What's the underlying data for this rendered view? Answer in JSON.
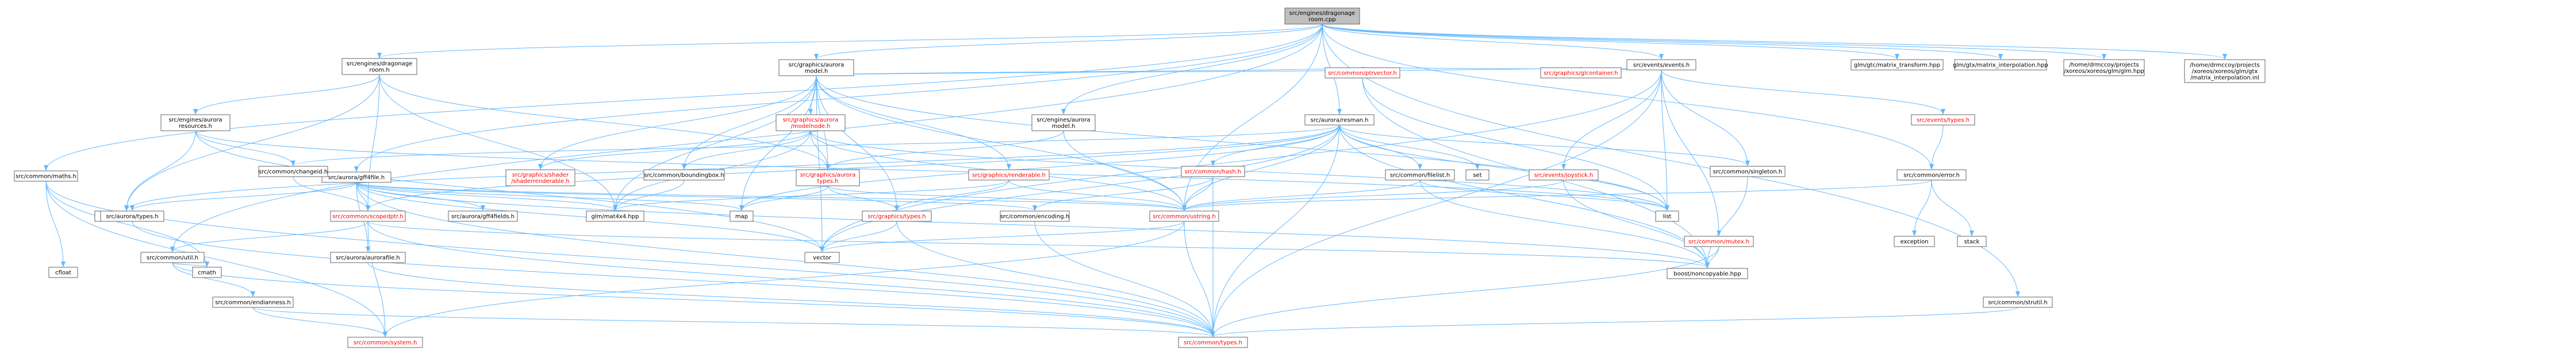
{
  "style": {
    "edge_color": "#63b8ff",
    "node_border": "#666666",
    "root_fill": "#bfbfbf",
    "red_text": "#ff0000",
    "text": "#000000",
    "plain_node_fill": "#ffffff"
  },
  "nodes": [
    {
      "id": "root",
      "lines": [
        "src/engines/dragonage",
        "room.cpp"
      ],
      "kind": "root"
    },
    {
      "id": "matfns",
      "lines": [
        "src/common/maths.h"
      ],
      "kind": "normal"
    },
    {
      "id": "room_h",
      "lines": [
        "src/engines/dragonage",
        "room.h"
      ],
      "kind": "normal"
    },
    {
      "id": "aurora_types",
      "lines": [
        "src/aurora/types.h"
      ],
      "kind": "normal"
    },
    {
      "id": "aurora_gff4file",
      "lines": [
        "src/aurora/gff4file.h"
      ],
      "kind": "normal"
    },
    {
      "id": "graphics_model",
      "lines": [
        "src/graphics/aurora",
        "model.h"
      ],
      "kind": "normal"
    },
    {
      "id": "aurora_resman",
      "lines": [
        "src/aurora/resman.h"
      ],
      "kind": "normal"
    },
    {
      "id": "events_events",
      "lines": [
        "src/events/events.h"
      ],
      "kind": "normal"
    },
    {
      "id": "glm_transform",
      "lines": [
        "glm/gtc/matrix_transform.hpp"
      ],
      "kind": "normal"
    },
    {
      "id": "glm_interp",
      "lines": [
        "glm/gtx/matrix_interpolation.hpp"
      ],
      "kind": "normal"
    },
    {
      "id": "home_glm",
      "lines": [
        "/home/drmccoy/projects",
        "/xoreos/xoreos/glm/glm.hpp"
      ],
      "kind": "normal"
    },
    {
      "id": "home_interp",
      "lines": [
        "/home/drmccoy/projects",
        "/xoreos/xoreos/glm/gtx",
        "/matrix_interpolation.inl"
      ],
      "kind": "normal"
    },
    {
      "id": "engines_resources",
      "lines": [
        "src/engines/aurora",
        "resources.h"
      ],
      "kind": "normal"
    },
    {
      "id": "engines_model",
      "lines": [
        "src/engines/aurora",
        "model.h"
      ],
      "kind": "normal"
    },
    {
      "id": "graphics_modelnode",
      "lines": [
        "src/graphics/aurora",
        "/modelnode.h"
      ],
      "kind": "red"
    },
    {
      "id": "common_ptrvector",
      "lines": [
        "src/common/ptrvector.h"
      ],
      "kind": "red"
    },
    {
      "id": "graphics_glcontainer",
      "lines": [
        "src/graphics/glcontainer.h"
      ],
      "kind": "red"
    },
    {
      "id": "events_types",
      "lines": [
        "src/events/types.h"
      ],
      "kind": "red"
    },
    {
      "id": "common_changeid",
      "lines": [
        "src/common/changeid.h"
      ],
      "kind": "normal"
    },
    {
      "id": "graphics_shader_renderable",
      "lines": [
        "src/graphics/shader",
        "/shaderrenderable.h"
      ],
      "kind": "red"
    },
    {
      "id": "common_boundingbox",
      "lines": [
        "src/common/boundingbox.h"
      ],
      "kind": "normal"
    },
    {
      "id": "graphics_aurora_types",
      "lines": [
        "src/graphics/aurora",
        "types.h"
      ],
      "kind": "red"
    },
    {
      "id": "graphics_renderable",
      "lines": [
        "src/graphics/renderable.h"
      ],
      "kind": "red"
    },
    {
      "id": "common_hash",
      "lines": [
        "src/common/hash.h"
      ],
      "kind": "red"
    },
    {
      "id": "set",
      "lines": [
        "set"
      ],
      "kind": "plain"
    },
    {
      "id": "common_filelist",
      "lines": [
        "src/common/filelist.h"
      ],
      "kind": "normal"
    },
    {
      "id": "events_joystick",
      "lines": [
        "src/events/joystick.h"
      ],
      "kind": "red"
    },
    {
      "id": "common_singleton",
      "lines": [
        "src/common/singleton.h"
      ],
      "kind": "normal"
    },
    {
      "id": "common_error",
      "lines": [
        "src/common/error.h"
      ],
      "kind": "normal"
    },
    {
      "id": "aurora_types2",
      "lines": [
        "src/aurora/types.h"
      ],
      "kind": "normal"
    },
    {
      "id": "common_scopedptr",
      "lines": [
        "src/common/scopedptr.h"
      ],
      "kind": "red"
    },
    {
      "id": "aurora_gff4fields",
      "lines": [
        "src/aurora/gff4fields.h"
      ],
      "kind": "normal"
    },
    {
      "id": "glm_mat4x4",
      "lines": [
        "glm/mat4x4.hpp"
      ],
      "kind": "normal"
    },
    {
      "id": "map",
      "lines": [
        "map"
      ],
      "kind": "plain"
    },
    {
      "id": "graphics_types",
      "lines": [
        "src/graphics/types.h"
      ],
      "kind": "red"
    },
    {
      "id": "common_encoding",
      "lines": [
        "src/common/encoding.h"
      ],
      "kind": "normal"
    },
    {
      "id": "common_ustring",
      "lines": [
        "src/common/ustring.h"
      ],
      "kind": "red"
    },
    {
      "id": "list",
      "lines": [
        "list"
      ],
      "kind": "plain"
    },
    {
      "id": "common_mutex",
      "lines": [
        "src/common/mutex.h"
      ],
      "kind": "red"
    },
    {
      "id": "exception",
      "lines": [
        "exception"
      ],
      "kind": "plain"
    },
    {
      "id": "stack",
      "lines": [
        "stack"
      ],
      "kind": "plain"
    },
    {
      "id": "common_util",
      "lines": [
        "src/common/util.h"
      ],
      "kind": "normal"
    },
    {
      "id": "aurora_aurorafile",
      "lines": [
        "src/aurora/aurorafile.h"
      ],
      "kind": "normal"
    },
    {
      "id": "vector",
      "lines": [
        "vector"
      ],
      "kind": "plain"
    },
    {
      "id": "boost_noncopyable",
      "lines": [
        "boost/noncopyable.hpp"
      ],
      "kind": "plain"
    },
    {
      "id": "cfloat",
      "lines": [
        "cfloat"
      ],
      "kind": "plain"
    },
    {
      "id": "cmath",
      "lines": [
        "cmath"
      ],
      "kind": "plain"
    },
    {
      "id": "common_endianness",
      "lines": [
        "src/common/endianness.h"
      ],
      "kind": "normal"
    },
    {
      "id": "common_strutil",
      "lines": [
        "src/common/strutil.h"
      ],
      "kind": "normal"
    },
    {
      "id": "common_system",
      "lines": [
        "src/common/system.h"
      ],
      "kind": "red"
    },
    {
      "id": "common_types",
      "lines": [
        "src/common/types.h"
      ],
      "kind": "red"
    }
  ],
  "edges": [
    [
      "root",
      "room_h"
    ],
    [
      "root",
      "aurora_gff4file"
    ],
    [
      "root",
      "graphics_model"
    ],
    [
      "root",
      "aurora_resman"
    ],
    [
      "root",
      "events_events"
    ],
    [
      "root",
      "glm_transform"
    ],
    [
      "root",
      "glm_interp"
    ],
    [
      "root",
      "home_glm"
    ],
    [
      "root",
      "home_interp"
    ],
    [
      "root",
      "matfns"
    ],
    [
      "root",
      "common_util"
    ],
    [
      "root",
      "common_error"
    ],
    [
      "root",
      "common_strutil"
    ],
    [
      "root",
      "engines_model"
    ],
    [
      "root",
      "common_ustring"
    ],
    [
      "room_h",
      "engines_resources"
    ],
    [
      "room_h",
      "aurora_types"
    ],
    [
      "room_h",
      "graphics_aurora_types"
    ],
    [
      "room_h",
      "glm_mat4x4"
    ],
    [
      "room_h",
      "common_scopedptr"
    ],
    [
      "engines_resources",
      "aurora_types"
    ],
    [
      "engines_resources",
      "common_changeid"
    ],
    [
      "engines_resources",
      "vector"
    ],
    [
      "engines_resources",
      "list"
    ],
    [
      "graphics_model",
      "common_ptrvector"
    ],
    [
      "graphics_model",
      "graphics_modelnode"
    ],
    [
      "graphics_model",
      "graphics_glcontainer"
    ],
    [
      "graphics_model",
      "graphics_shader_renderable"
    ],
    [
      "graphics_model",
      "common_boundingbox"
    ],
    [
      "graphics_model",
      "graphics_renderable"
    ],
    [
      "graphics_model",
      "graphics_aurora_types"
    ],
    [
      "graphics_model",
      "glm_mat4x4"
    ],
    [
      "graphics_model",
      "map"
    ],
    [
      "graphics_model",
      "vector"
    ],
    [
      "graphics_model",
      "list"
    ],
    [
      "graphics_model",
      "graphics_types"
    ],
    [
      "graphics_model",
      "common_ustring"
    ],
    [
      "graphics_modelnode",
      "graphics_aurora_types"
    ],
    [
      "graphics_modelnode",
      "common_boundingbox"
    ],
    [
      "graphics_modelnode",
      "glm_mat4x4"
    ],
    [
      "graphics_modelnode",
      "list"
    ],
    [
      "graphics_modelnode",
      "common_ustring"
    ],
    [
      "graphics_modelnode",
      "graphics_shader_renderable"
    ],
    [
      "graphics_renderable",
      "graphics_types"
    ],
    [
      "graphics_renderable",
      "common_ustring"
    ],
    [
      "graphics_renderable",
      "glm_mat4x4"
    ],
    [
      "graphics_aurora_types",
      "graphics_types"
    ],
    [
      "graphics_aurora_types",
      "map"
    ],
    [
      "graphics_aurora_types",
      "common_ustring"
    ],
    [
      "graphics_types",
      "vector"
    ],
    [
      "graphics_types",
      "common_types"
    ],
    [
      "common_boundingbox",
      "glm_mat4x4"
    ],
    [
      "engines_model",
      "graphics_aurora_types"
    ],
    [
      "engines_model",
      "common_ustring"
    ],
    [
      "aurora_resman",
      "common_hash"
    ],
    [
      "aurora_resman",
      "common_filelist"
    ],
    [
      "aurora_resman",
      "common_singleton"
    ],
    [
      "aurora_resman",
      "common_changeid"
    ],
    [
      "aurora_resman",
      "aurora_types"
    ],
    [
      "aurora_resman",
      "set"
    ],
    [
      "aurora_resman",
      "map"
    ],
    [
      "aurora_resman",
      "list"
    ],
    [
      "aurora_resman",
      "vector"
    ],
    [
      "aurora_resman",
      "common_ustring"
    ],
    [
      "aurora_resman",
      "common_types"
    ],
    [
      "aurora_resman",
      "boost_noncopyable"
    ],
    [
      "aurora_resman",
      "common_scopedptr"
    ],
    [
      "common_hash",
      "common_encoding"
    ],
    [
      "common_hash",
      "common_ustring"
    ],
    [
      "common_hash",
      "common_types"
    ],
    [
      "common_filelist",
      "list"
    ],
    [
      "common_filelist",
      "common_ustring"
    ],
    [
      "common_filelist",
      "boost_noncopyable"
    ],
    [
      "common_singleton",
      "boost_noncopyable"
    ],
    [
      "events_events",
      "common_ptrvector"
    ],
    [
      "events_events",
      "common_singleton"
    ],
    [
      "events_events",
      "events_joystick"
    ],
    [
      "events_events",
      "events_types"
    ],
    [
      "events_events",
      "common_mutex"
    ],
    [
      "events_events",
      "list"
    ],
    [
      "events_events",
      "vector"
    ],
    [
      "events_events",
      "graphics_glcontainer"
    ],
    [
      "events_events",
      "common_types"
    ],
    [
      "events_types",
      "common_error"
    ],
    [
      "events_joystick",
      "common_ustring"
    ],
    [
      "events_joystick",
      "boost_noncopyable"
    ],
    [
      "common_mutex",
      "boost_noncopyable"
    ],
    [
      "common_mutex",
      "common_types"
    ],
    [
      "common_error",
      "common_ustring"
    ],
    [
      "common_error",
      "exception"
    ],
    [
      "common_error",
      "stack"
    ],
    [
      "common_ptrvector",
      "list"
    ],
    [
      "common_ptrvector",
      "boost_noncopyable"
    ],
    [
      "aurora_gff4file",
      "aurora_types2"
    ],
    [
      "aurora_gff4file",
      "common_scopedptr"
    ],
    [
      "aurora_gff4file",
      "aurora_gff4fields"
    ],
    [
      "aurora_gff4file",
      "glm_mat4x4"
    ],
    [
      "aurora_gff4file",
      "map"
    ],
    [
      "aurora_gff4file",
      "vector"
    ],
    [
      "aurora_gff4file",
      "common_types"
    ],
    [
      "aurora_gff4file",
      "common_ustring"
    ],
    [
      "aurora_gff4file",
      "common_encoding"
    ],
    [
      "aurora_gff4file",
      "aurora_aurorafile"
    ],
    [
      "aurora_gff4file",
      "boost_noncopyable"
    ],
    [
      "aurora_types2",
      "common_types"
    ],
    [
      "common_scopedptr",
      "common_util"
    ],
    [
      "common_scopedptr",
      "common_system"
    ],
    [
      "common_scopedptr",
      "common_types"
    ],
    [
      "common_scopedptr",
      "boost_noncopyable"
    ],
    [
      "aurora_aurorafile",
      "common_types"
    ],
    [
      "common_ustring",
      "vector"
    ],
    [
      "common_ustring",
      "common_system"
    ],
    [
      "common_ustring",
      "common_types"
    ],
    [
      "common_encoding",
      "common_types"
    ],
    [
      "matfns",
      "cfloat"
    ],
    [
      "matfns",
      "cmath"
    ],
    [
      "matfns",
      "common_system"
    ],
    [
      "matfns",
      "common_types"
    ],
    [
      "common_util",
      "cmath"
    ],
    [
      "common_util",
      "common_endianness"
    ],
    [
      "common_util",
      "common_types"
    ],
    [
      "common_endianness",
      "common_system"
    ],
    [
      "common_endianness",
      "common_types"
    ],
    [
      "common_strutil",
      "common_types"
    ],
    [
      "common_changeid",
      "common_scopedptr"
    ]
  ]
}
